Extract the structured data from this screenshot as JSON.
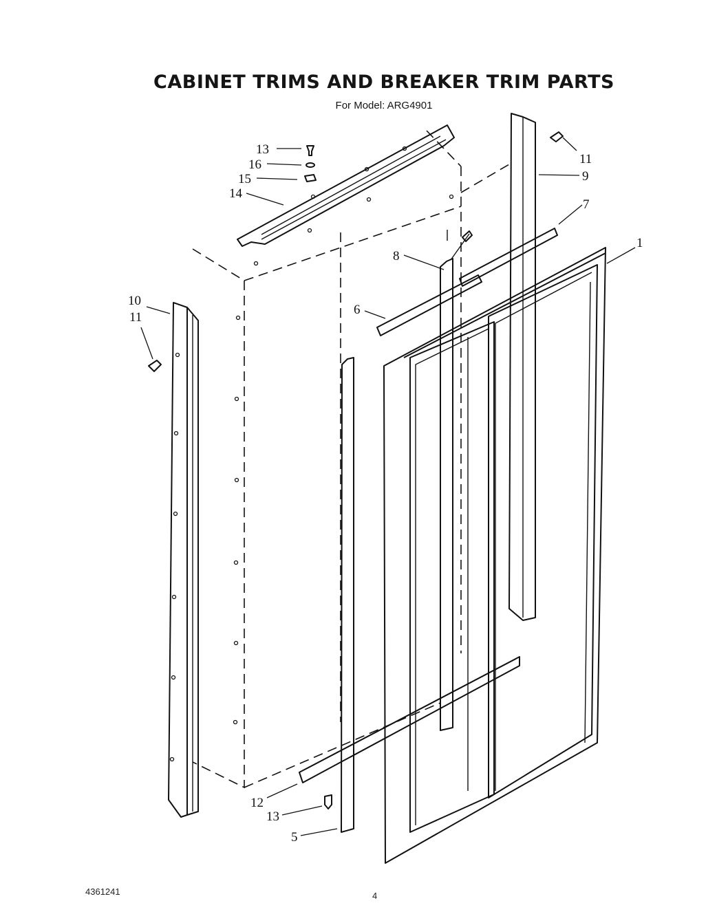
{
  "header": {
    "title": "CABINET TRIMS AND BREAKER TRIM PARTS",
    "subtitle": "For Model: ARG4901"
  },
  "callouts": {
    "c1": "1",
    "c5": "5",
    "c6": "6",
    "c7": "7",
    "c8": "8",
    "c9": "9",
    "c10": "10",
    "c11_left": "11",
    "c11_right": "11",
    "c12": "12",
    "c13_top": "13",
    "c13_bottom": "13",
    "c14": "14",
    "c15": "15",
    "c16": "16"
  },
  "footer": {
    "part_number": "4361241",
    "page_number": "4"
  }
}
